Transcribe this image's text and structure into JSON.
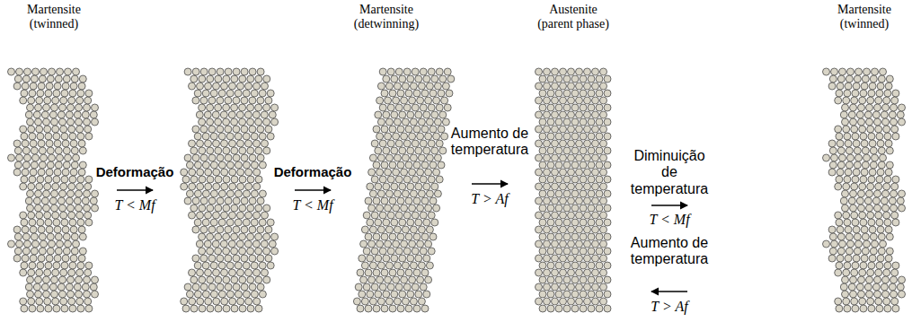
{
  "diagram": {
    "labels": [
      "Martensite (twinned)",
      "Martensite (detwinning)",
      "Austenite (parent phase)",
      "Martensite (twinned)",
      "Deformação",
      "T < Mf",
      "Deformação",
      "T < Mf",
      "Aumento de temperatura",
      "T > Af",
      "Diminuição de temperatura",
      "T < Mf",
      "Aumento de temperatura",
      "T > Af"
    ]
  }
}
